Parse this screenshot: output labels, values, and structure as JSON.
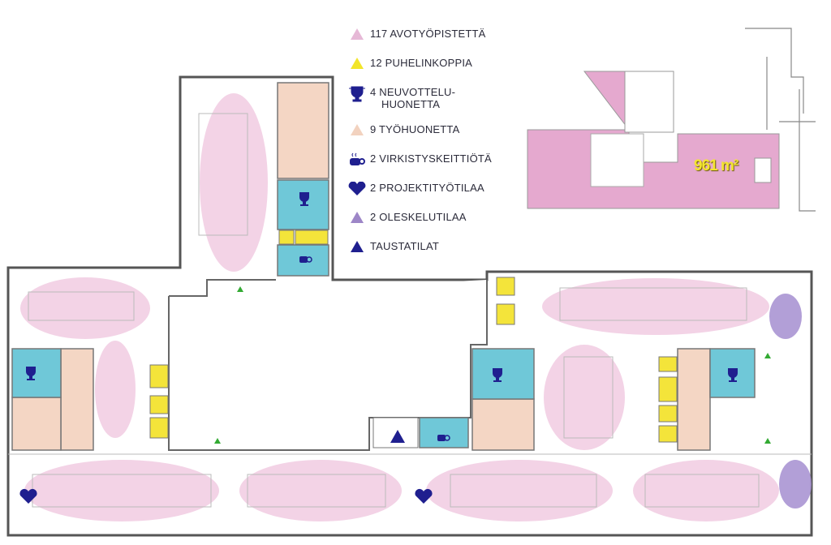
{
  "legend": [
    {
      "icon": "pink-triangle-icon",
      "label": "117 AVOTYÖPISTETTÄ",
      "color": "#e6b8d6"
    },
    {
      "icon": "yellow-triangle-icon",
      "label": "12 PUHELINKOPPIA",
      "color": "#f2e52a"
    },
    {
      "icon": "trophy-icon",
      "label": "4  NEUVOTTELU-",
      "label2": "HUONETTA",
      "color": "#1f1f8f"
    },
    {
      "icon": "peach-triangle-icon",
      "label": "9  TYÖHUONETTA",
      "color": "#f2d2bf"
    },
    {
      "icon": "coffee-cup-icon",
      "label": "2  VIRKISTYSKEITTIÖTÄ",
      "color": "#1f1f8f"
    },
    {
      "icon": "heart-icon",
      "label": "2 PROJEKTITYÖTILAA",
      "color": "#1f1f8f"
    },
    {
      "icon": "purple-triangle-icon",
      "label": "2 OLESKELUTILAA",
      "color": "#9d86c7"
    },
    {
      "icon": "navy-triangle-icon",
      "label": "TAUSTATILAT",
      "color": "#1f1f8f"
    }
  ],
  "inset": {
    "area_label": "961 m²"
  },
  "colors": {
    "open": "#f3d3e6",
    "meeting": "#6fc8d8",
    "office": "#f4d6c4",
    "booth": "#f4e43a",
    "lounge": "#a58ed0",
    "icon": "#1f1f8f",
    "wall": "#555555"
  }
}
